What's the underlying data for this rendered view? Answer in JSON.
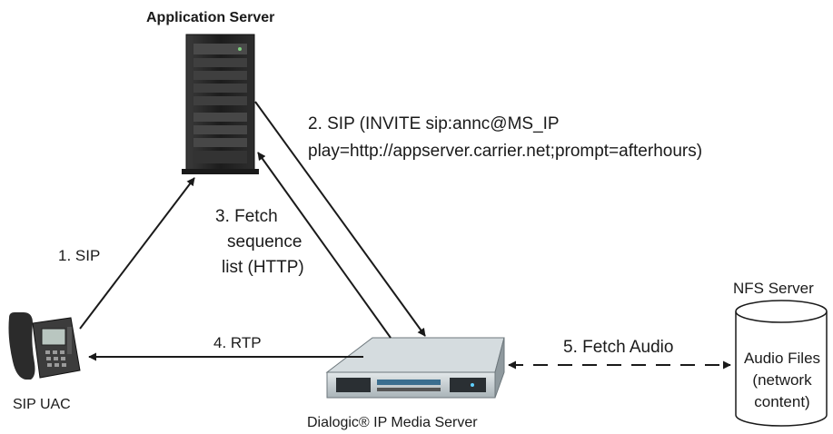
{
  "nodes": {
    "app_server": "Application Server",
    "media_server": "Dialogic® IP Media Server",
    "sip_uac": "SIP UAC",
    "nfs_server": "NFS Server",
    "audio_files": [
      "Audio Files",
      "(network",
      "content)"
    ]
  },
  "steps": {
    "step1": "1.  SIP",
    "step2_line1": "2. SIP  (INVITE sip:annc@MS_IP",
    "step2_line2": "play=http://appserver.carrier.net;prompt=afterhours)",
    "step3": [
      "3. Fetch",
      "sequence",
      "list (HTTP)"
    ],
    "step4": "4.  RTP",
    "step5": "5. Fetch Audio"
  },
  "colors": {
    "arrow": "#1a1a1a",
    "server_dark": "#262626",
    "media_server_front": "#c9d2d6"
  }
}
